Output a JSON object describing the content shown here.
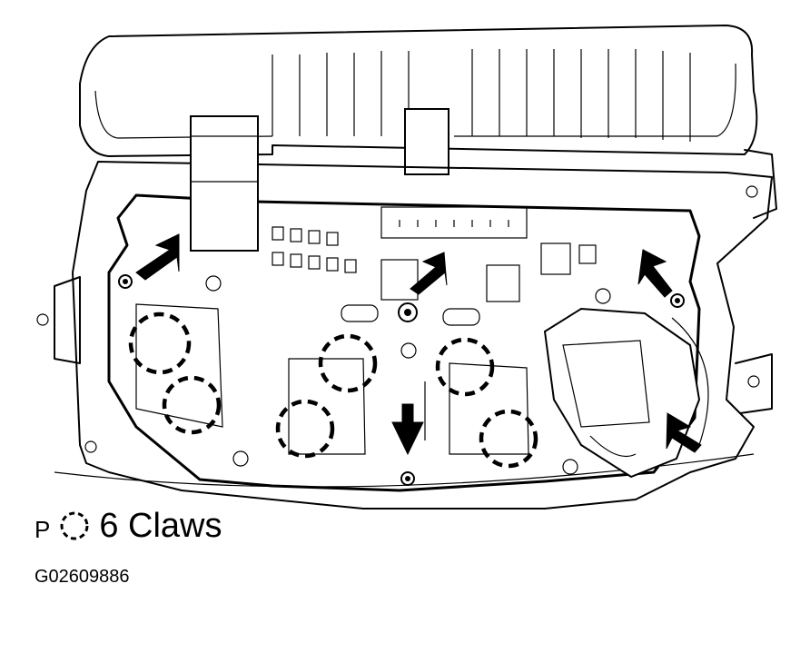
{
  "legend": {
    "letter": "P",
    "symbol_icon": "dashed-circle-icon",
    "label": "6 Claws"
  },
  "figure_code": "G02609886",
  "colors": {
    "ink": "#000000",
    "paper": "#ffffff"
  }
}
